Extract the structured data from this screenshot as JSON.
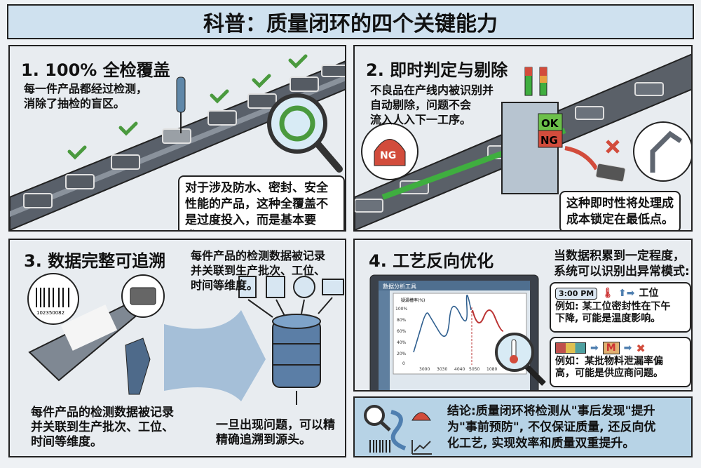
{
  "title": "科普：质量闭环的四个关键能力",
  "panel1": {
    "heading": "1. 100% 全检覆盖",
    "desc": "每一件产品都经过检测，\n消除了抽检的盲区。",
    "callout": "对于涉及防水、密封、安全\n性能的产品，这种全覆盖不\n是过度投入，而是基本要求。"
  },
  "panel2": {
    "heading": "2. 即时判定与剔除",
    "desc": "不良品在产线内被识别并\n自动剔除，问题不会\n流入人入下一工序。",
    "alarm_label": "NG",
    "ok_label": "OK",
    "ng_label": "NG",
    "callout": "这种即时性将处理成\n成本锁定在最低点。"
  },
  "panel3": {
    "heading": "3. 数据完整可追溯",
    "desc_top": "每件产品的检测数据被记录\n并关联到生产批次、工位、\n时间等维度。",
    "barcode_number": "102350082",
    "desc_bottom": "每件产品的检测数据被记录\n并关联到生产批次、工位、\n时间等维度。",
    "trace": "一旦出现问题，可以精\n精确追溯到源头。"
  },
  "panel4": {
    "heading": "4. 工艺反向优化",
    "intro": "当数据积累到一定程度，\n系统可以识别出异常模式:",
    "window_title": "數据分析工具",
    "chart_title": "疑漏槽率(%)",
    "time": "3:00 PM",
    "station": "工位",
    "example1": "例如: 某工位密封性在下午\n下降, 可能是温度影响。",
    "material_label": "M",
    "example2": "例如：某批物料泄漏率偏\n高，可能是供应商问题。",
    "y_ticks": [
      "100%",
      "80%",
      "60%",
      "40%",
      "20%",
      "0"
    ],
    "x_ticks": [
      "3000",
      "3030",
      "4040",
      "5050",
      "1080"
    ]
  },
  "conclusion": "结论:质量闭环将检测从\"事后发现\"提升\n为\"事前预防\", 不仅保证质量, 还反向优\n化工艺, 实现效率和质量双重提升。"
}
